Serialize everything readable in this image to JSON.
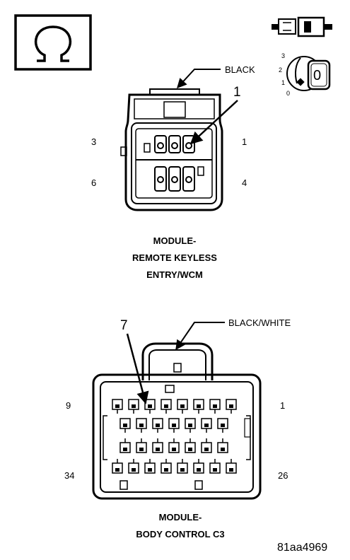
{
  "symbol": {
    "glyph": "Ω",
    "icon": "ohm-icon"
  },
  "key_switch": {
    "icon": "ignition-key-icon",
    "positions": [
      "3",
      "2",
      "1",
      "0"
    ],
    "key_label": "0"
  },
  "connector_1": {
    "wire_color": "BLACK",
    "callout": "1",
    "pins": {
      "top_left": "3",
      "top_right": "1",
      "bottom_left": "6",
      "bottom_right": "4"
    },
    "caption": [
      "MODULE-",
      "REMOTE KEYLESS",
      "ENTRY/WCM"
    ]
  },
  "connector_2": {
    "wire_color": "BLACK/WHITE",
    "callout": "7",
    "pins": {
      "top_left": "9",
      "top_right": "1",
      "bottom_left": "34",
      "bottom_right": "26"
    },
    "caption": [
      "MODULE-",
      "BODY CONTROL C3"
    ]
  },
  "figure_id": "81aa4969"
}
